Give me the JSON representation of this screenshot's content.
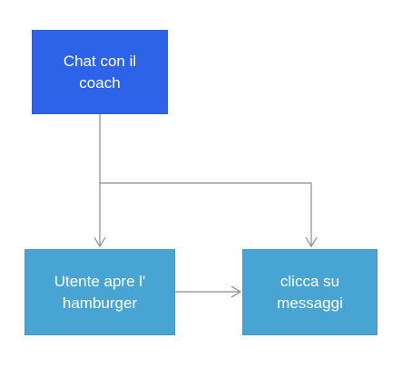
{
  "colors": {
    "coach_node_fill": "#2d63e8",
    "step_node_fill": "#48a4d2",
    "connector": "#8a8a8a"
  },
  "nodes": {
    "coach": {
      "label": "Chat con il\ncoach"
    },
    "utente": {
      "label": "Utente apre l'\nhamburger"
    },
    "clicca": {
      "label": "clicca su\nmessaggi"
    }
  }
}
